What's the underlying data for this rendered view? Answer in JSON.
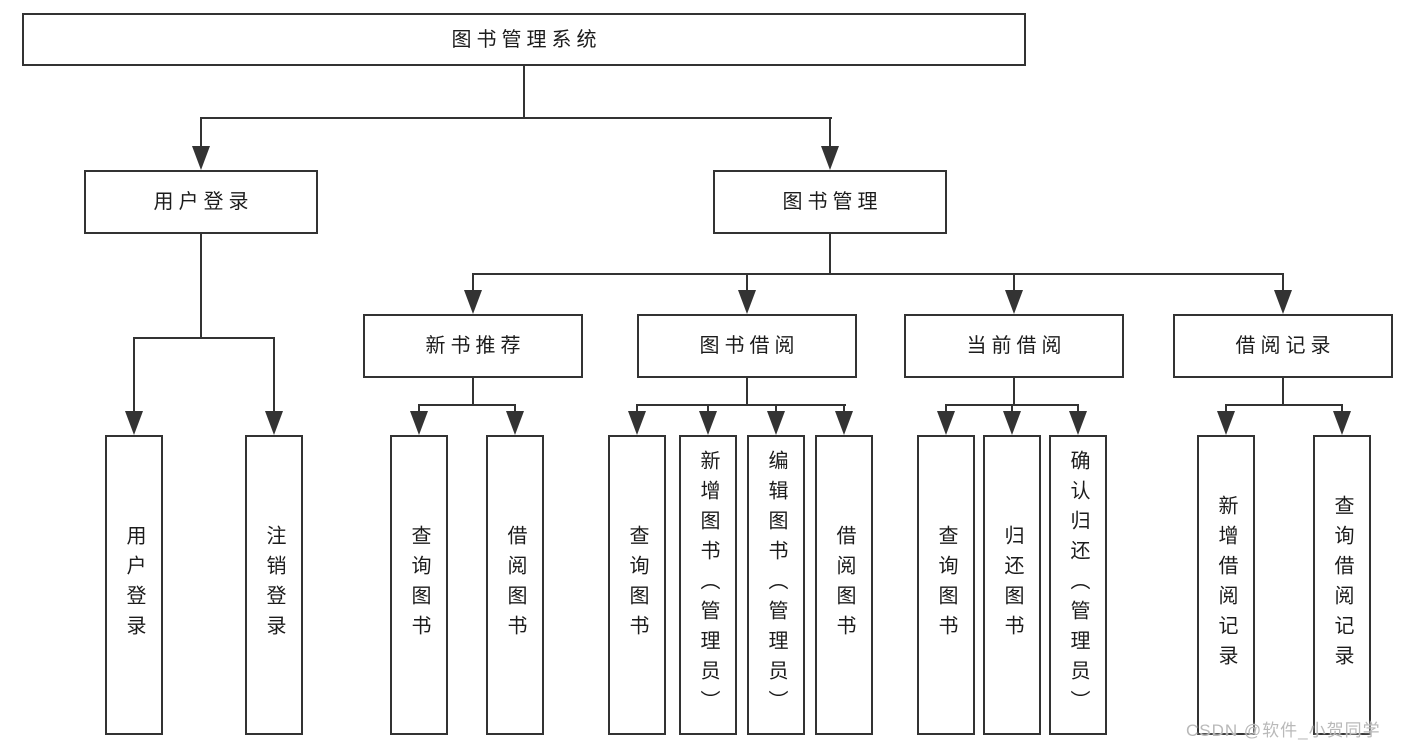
{
  "diagram": {
    "root": {
      "label": "图书管理系统"
    },
    "branches": [
      {
        "label": "用户登录",
        "children": [
          {
            "label": "用户登录"
          },
          {
            "label": "注销登录"
          }
        ]
      },
      {
        "label": "图书管理",
        "sections": [
          {
            "label": "新书推荐",
            "children": [
              {
                "label": "查询图书"
              },
              {
                "label": "借阅图书"
              }
            ]
          },
          {
            "label": "图书借阅",
            "children": [
              {
                "label": "查询图书"
              },
              {
                "label": "新增图书（管理员）"
              },
              {
                "label": "编辑图书（管理员）"
              },
              {
                "label": "借阅图书"
              }
            ]
          },
          {
            "label": "当前借阅",
            "children": [
              {
                "label": "查询图书"
              },
              {
                "label": "归还图书"
              },
              {
                "label": "确认归还（管理员）"
              }
            ]
          },
          {
            "label": "借阅记录",
            "children": [
              {
                "label": "新增借阅记录"
              },
              {
                "label": "查询借阅记录"
              }
            ]
          }
        ]
      }
    ]
  },
  "watermark": {
    "text": "CSDN @软件_小贺同学"
  },
  "colors": {
    "line": "#333333",
    "text": "#1c1c1c",
    "watermark": "#b9b9b9",
    "background": "#ffffff"
  }
}
